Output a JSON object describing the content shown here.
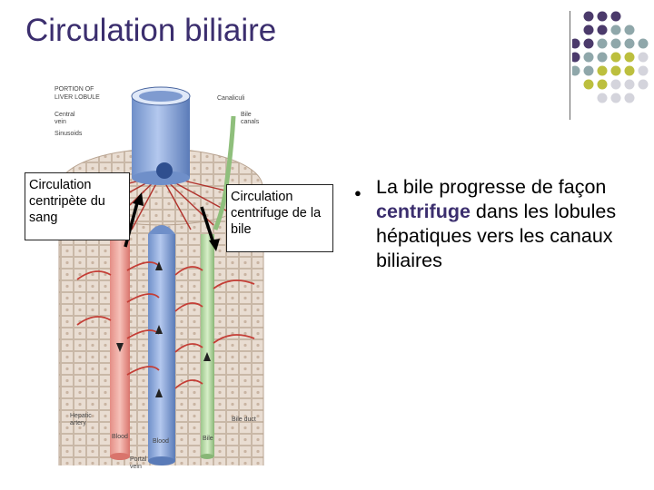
{
  "slide": {
    "title": "Circulation biliaire"
  },
  "callouts": {
    "left": "Circulation centripète du sang",
    "right": "Circulation centrifuge de la bile"
  },
  "bullet": {
    "text_before": "La bile progresse de façon ",
    "emphasis": "centrifuge",
    "text_after": " dans les lobules hépatiques vers les canaux biliaires"
  },
  "figure_labels": {
    "portion": "PORTION OF",
    "lobule": "LIVER LOBULE",
    "central_vein_1": "Central",
    "central_vein_2": "vein",
    "sinusoids": "Sinusoids",
    "canaliculi": "Canaliculi",
    "bile_canals_1": "Bile",
    "bile_canals_2": "canals",
    "hepatic_artery_1": "Hepatic",
    "hepatic_artery_2": "artery",
    "blood_1": "Blood",
    "blood_2": "Blood",
    "bile": "Bile",
    "bile_duct": "Bile duct",
    "portal_vein_1": "Portal",
    "portal_vein_2": "vein"
  },
  "colors": {
    "title": "#3b2e6e",
    "purple_dot": "#4b3a6b",
    "teal_dot": "#8fa7aa",
    "olive_dot": "#bcbf3e",
    "grey_dot": "#d4d4dc"
  }
}
